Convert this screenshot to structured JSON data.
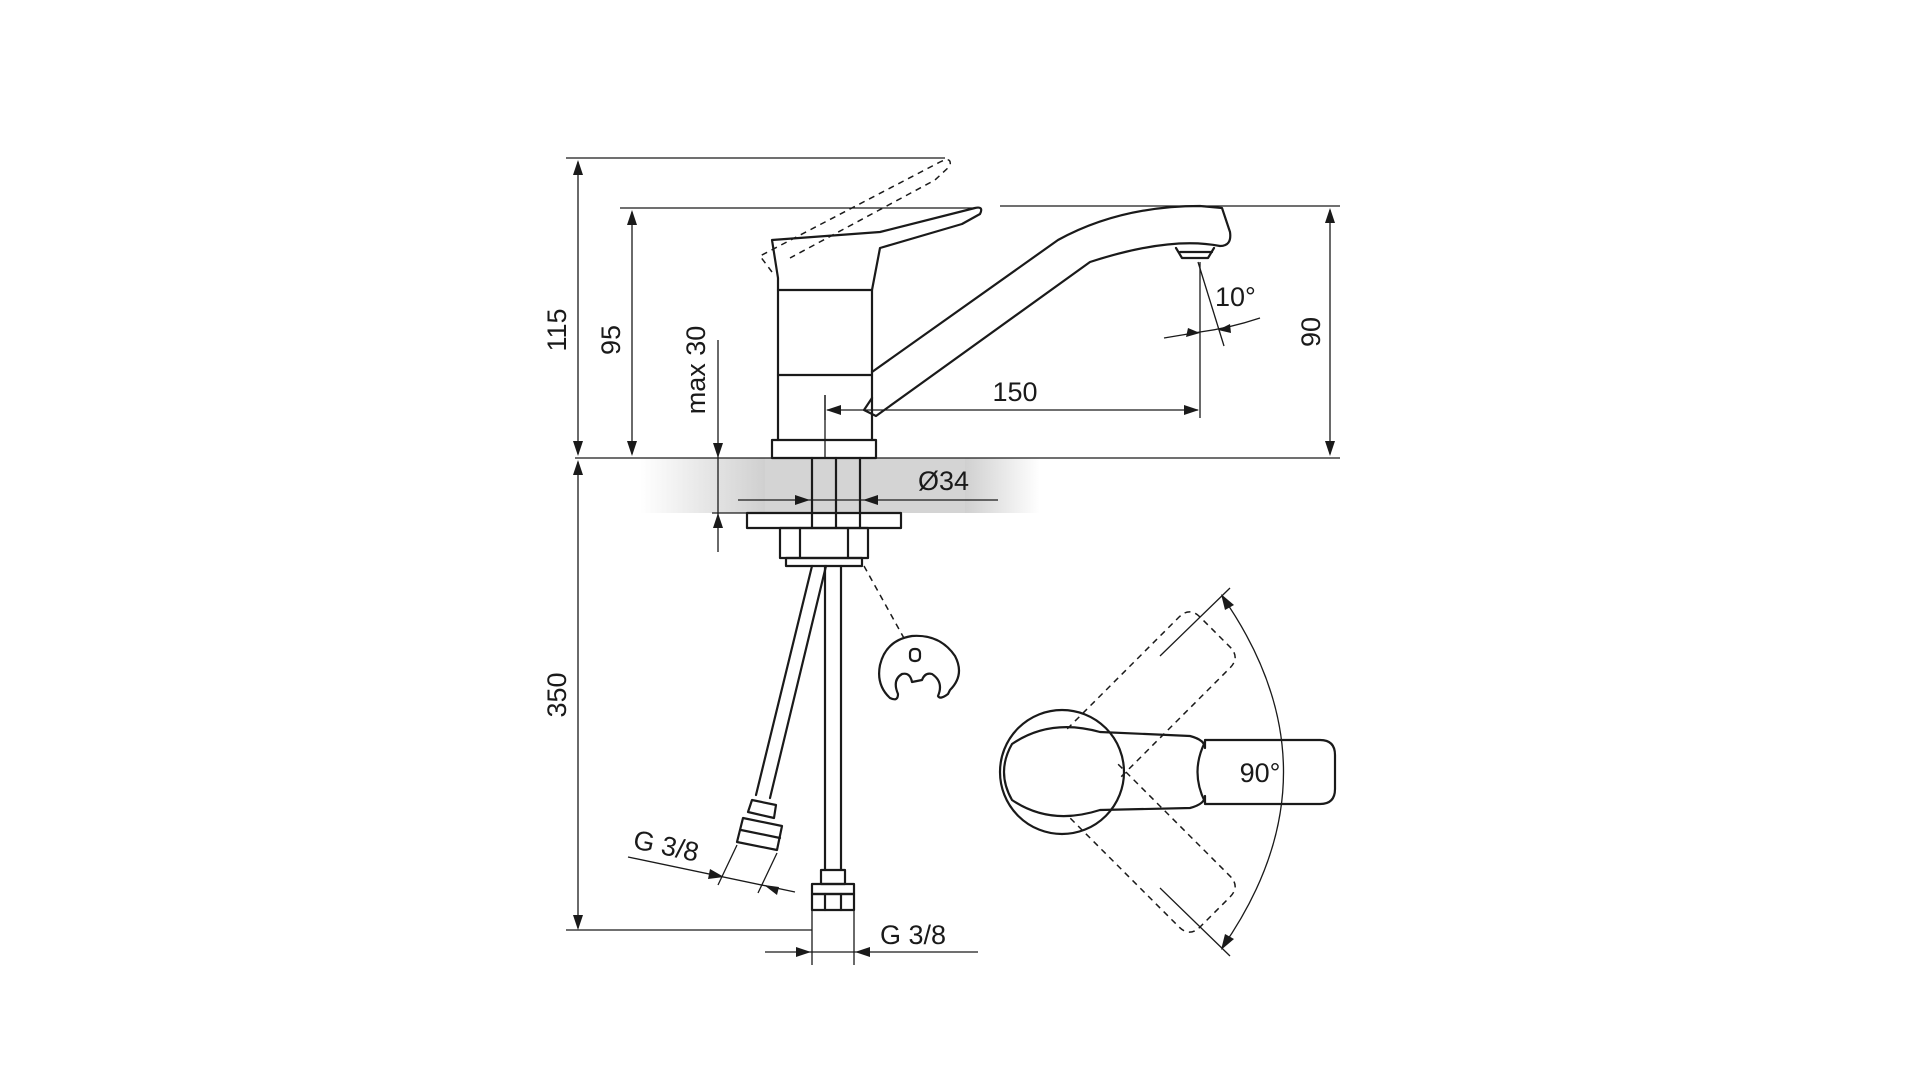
{
  "drawing": {
    "side_view": {
      "dim_total_height": "115",
      "dim_lever_height": "95",
      "dim_max_mount": "max 30",
      "dim_spout_height": "90",
      "dim_spout_reach": "150",
      "dim_spout_angle": "10°",
      "dim_base_diameter": "Ø34",
      "dim_hose_length": "350",
      "hose_thread_left": "G 3/8",
      "hose_thread_right": "G 3/8"
    },
    "top_view": {
      "dim_lever_rotation": "90°"
    },
    "colors": {
      "line": "#1a1a1a",
      "countertop_shade": "#d4d4d4",
      "background": "#ffffff"
    }
  }
}
